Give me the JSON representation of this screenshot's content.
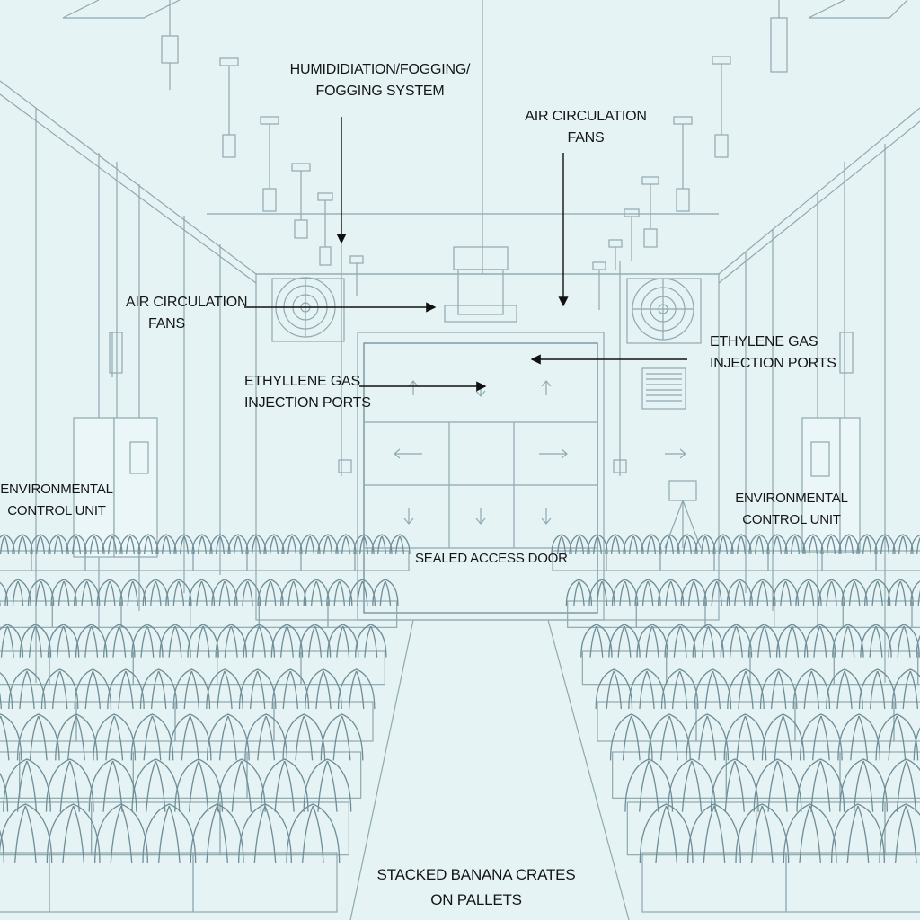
{
  "labels": {
    "humidification": [
      "HUMIDIDIATION/FOGGING/",
      "FOGGING SYSTEM"
    ],
    "air_fans_top": [
      "AIR CIRCULATION",
      "FANS"
    ],
    "air_fans_left": [
      "AIR CIRCULATION",
      "FANS"
    ],
    "ethylene_left": [
      "ETHYLLENE GAS",
      "INJECTION PORTS"
    ],
    "ethylene_right": [
      "ETHYLENE GAS",
      "INJECTION PORTS"
    ],
    "env_left": [
      "ENVIRONMENTAL",
      "CONTROL UNIT"
    ],
    "env_right": [
      "ENVIRONMENTAL",
      "CONTROL UNIT"
    ],
    "door": "SEALED ACCESS DOOR",
    "crates": [
      "STACKED BANANA CRATES",
      "ON PALLETS"
    ]
  },
  "colors": {
    "background": "#e5f3f5",
    "linework": "#8fa9b0",
    "label_text": "#151515"
  }
}
